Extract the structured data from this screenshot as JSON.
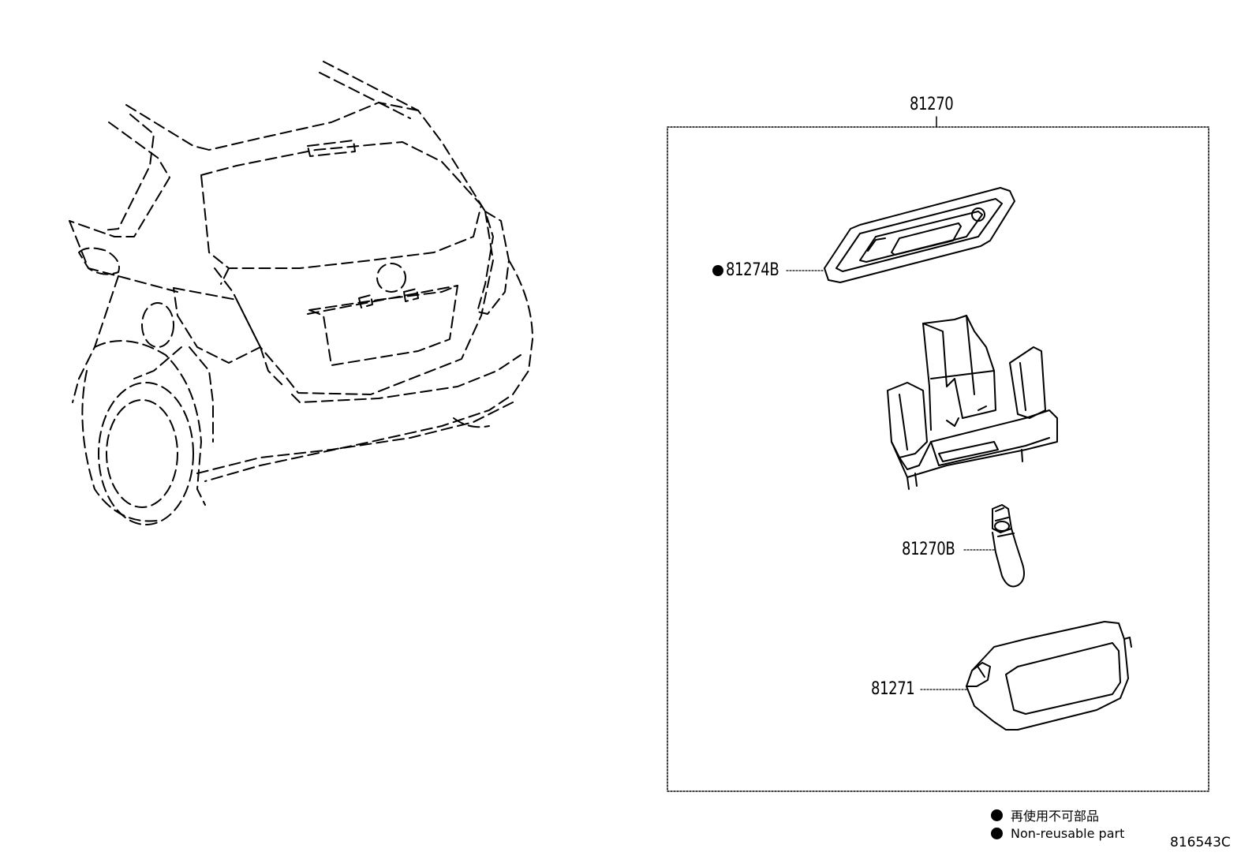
{
  "parts": {
    "assembly": "81270",
    "gasket": "81274B",
    "bulb": "81270B",
    "lens": "81271"
  },
  "legend": {
    "jp": "再使用不可部品",
    "en": "Non-reusable part"
  },
  "drawing_number": "816543C"
}
